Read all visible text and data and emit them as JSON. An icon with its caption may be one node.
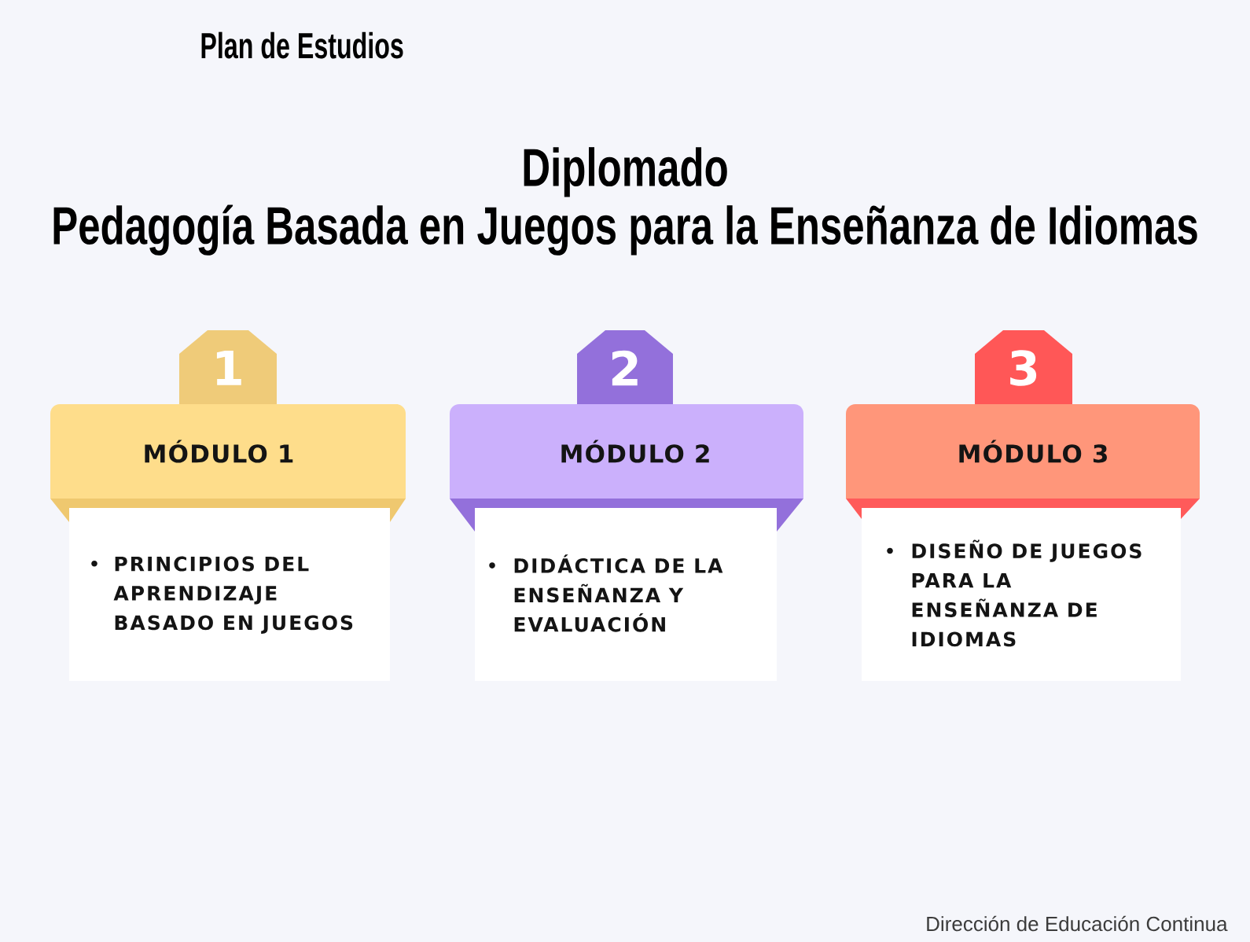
{
  "diagram": {
    "title": "Diplomado Pedagogía Basada en Juegos para la Enseñanza de Idiomas",
    "nodes": [
      {
        "text": [
          "1"
        ]
      },
      {
        "text": [
          "MÓDULO 1"
        ]
      },
      {
        "text": [
          "PRINCIPIOS DEL APRENDIZAJE BASADO EN JUEGOS"
        ]
      },
      {
        "text": [
          "2"
        ]
      },
      {
        "text": [
          "MÓDULO 2"
        ]
      },
      {
        "text": [
          "DIDÁCTICA DE LA ENSEÑANZA Y EVALUACIÓN"
        ]
      },
      {
        "text": [
          "3"
        ]
      },
      {
        "text": [
          "MÓDULO 3"
        ]
      },
      {
        "text": [
          "DISEÑO DE JUEGOS PARA LA ENSEÑANZA DE IDIOMAS"
        ]
      }
    ],
    "labels": [
      "Plan de Estudios",
      "Dirección de Educación Continua"
    ]
  }
}
